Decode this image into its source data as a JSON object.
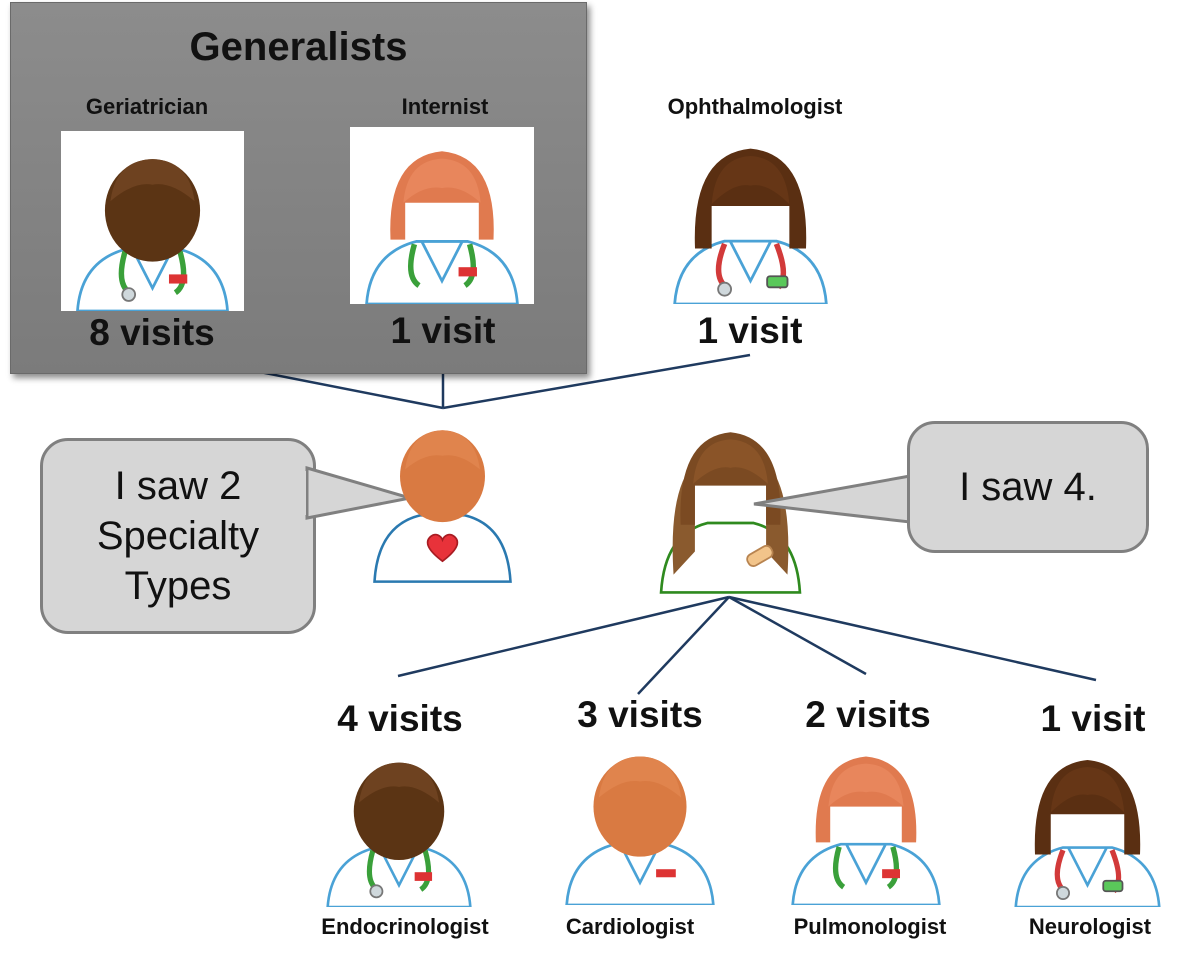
{
  "generalists": {
    "title": "Generalists",
    "geriatrician": {
      "role": "Geriatrician",
      "visits": "8 visits"
    },
    "internist": {
      "role": "Internist",
      "visits": "1 visit"
    }
  },
  "top_specialist": {
    "role": "Ophthalmologist",
    "visits": "1 visit"
  },
  "patient_left": {
    "speech": "I saw 2 Specialty Types"
  },
  "patient_right": {
    "speech": "I saw 4."
  },
  "bottom_specialists": [
    {
      "role": "Endocrinologist",
      "visits": "4 visits"
    },
    {
      "role": "Cardiologist",
      "visits": "3 visits"
    },
    {
      "role": "Pulmonologist",
      "visits": "2 visits"
    },
    {
      "role": "Neurologist",
      "visits": "1 visit"
    }
  ],
  "colors": {
    "generalists_box": "#808080",
    "connector": "#1f3a5f",
    "bubble_fill": "#d6d6d6",
    "bubble_border": "#808080"
  }
}
